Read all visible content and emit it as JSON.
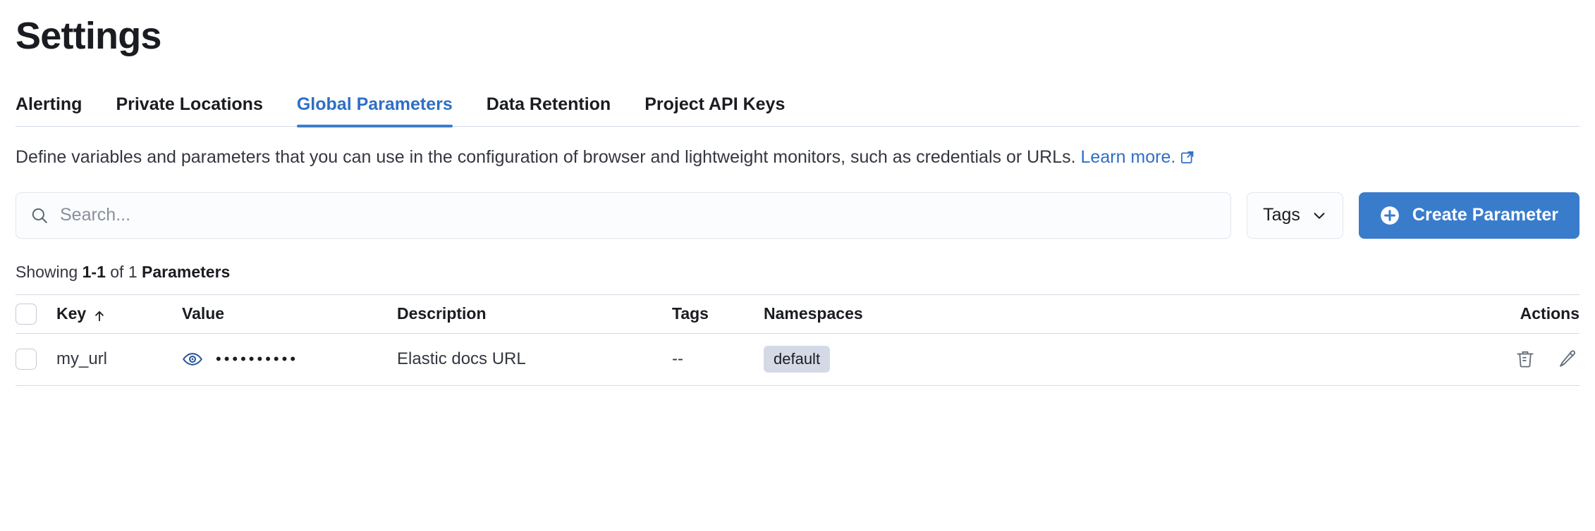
{
  "page": {
    "title": "Settings"
  },
  "tabs": [
    {
      "label": "Alerting",
      "active": false
    },
    {
      "label": "Private Locations",
      "active": false
    },
    {
      "label": "Global Parameters",
      "active": true
    },
    {
      "label": "Data Retention",
      "active": false
    },
    {
      "label": "Project API Keys",
      "active": false
    }
  ],
  "description": {
    "text": "Define variables and parameters that you can use in the configuration of browser and lightweight monitors, such as credentials or URLs. ",
    "link_label": "Learn more.",
    "link_icon": "external-link-icon"
  },
  "controls": {
    "search": {
      "icon": "search-icon",
      "value": "",
      "placeholder": "Search..."
    },
    "tags_filter": {
      "label": "Tags",
      "icon": "chevron-down-icon"
    },
    "create": {
      "label": "Create Parameter",
      "icon": "plus-circle-icon",
      "color": "#3a7ccc"
    }
  },
  "results": {
    "prefix": "Showing ",
    "range": "1-1",
    "middle": " of 1 ",
    "noun": "Parameters"
  },
  "table": {
    "columns": [
      {
        "label": "Key",
        "sort": "asc",
        "sort_icon": "arrow-up-icon"
      },
      {
        "label": "Value"
      },
      {
        "label": "Description"
      },
      {
        "label": "Tags"
      },
      {
        "label": "Namespaces"
      },
      {
        "label": "Actions"
      }
    ],
    "rows": [
      {
        "selected": false,
        "key": "my_url",
        "value_masked": "••••••••••",
        "value_reveal_icon": "eye-icon",
        "description": "Elastic docs URL",
        "tags": "--",
        "namespaces": [
          "default"
        ],
        "actions": [
          "trash-icon",
          "pencil-icon"
        ]
      }
    ]
  },
  "colors": {
    "accent": "#3a7ccc",
    "tab_active": "#2f6fc4",
    "badge_bg": "#d3dae6",
    "border": "#d3dae6",
    "text": "#343741",
    "icon_gray": "#69707d"
  }
}
